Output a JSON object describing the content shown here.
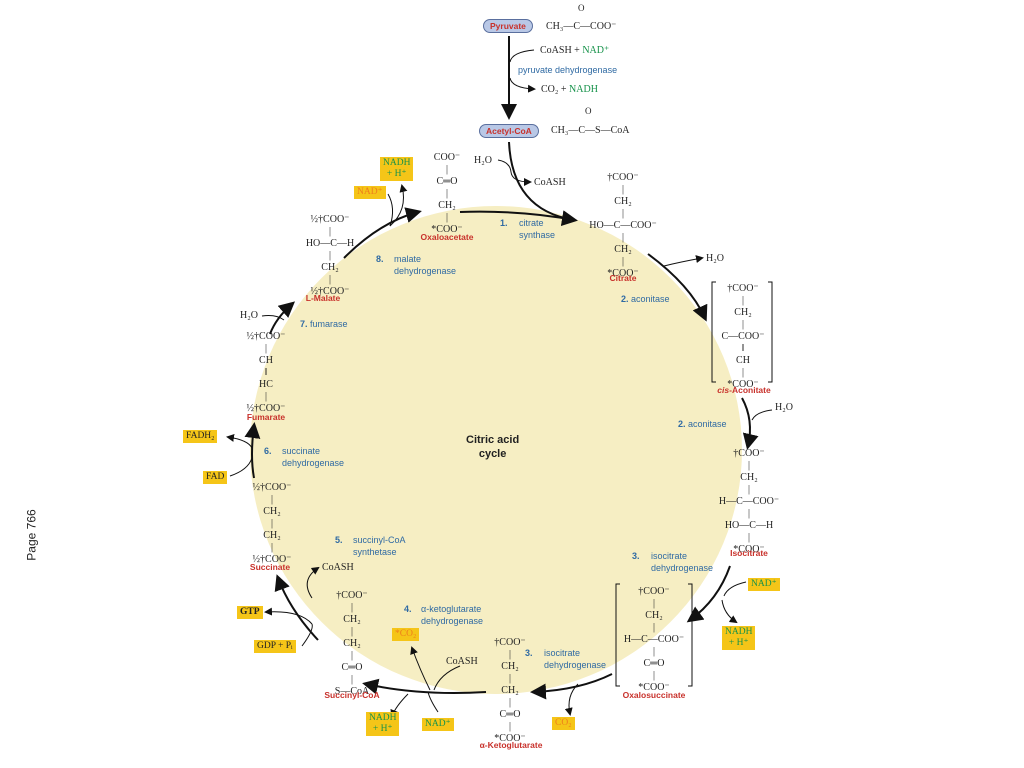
{
  "page": {
    "label": "Page 766"
  },
  "title": "Citric acid\ncycle",
  "top": {
    "pyruvate": {
      "name": "Pyruvate",
      "formula": "CH₃—C—COO⁻",
      "carbonyl": "O"
    },
    "pdh_inputs": "CoASH + ",
    "pdh_nad": "NAD⁺",
    "pdh_enzyme": "pyruvate dehydrogenase",
    "pdh_outputs": "CO₂ + ",
    "pdh_nadh": "NADH",
    "acetyl": {
      "name": "Acetyl-CoA",
      "formula": "CH₃—C—S—CoA",
      "carbonyl": "O"
    },
    "water_in": "H₂O",
    "coash_out": "CoASH"
  },
  "steps": [
    {
      "num": "1.",
      "enzyme": "citrate\nsynthase"
    },
    {
      "num": "2.",
      "enzyme": "aconitase"
    },
    {
      "num": "2.",
      "enzyme": "aconitase"
    },
    {
      "num": "3.",
      "enzyme": "isocitrate\ndehydrogenase"
    },
    {
      "num": "3.",
      "enzyme": "isocitrate\ndehydrogenase"
    },
    {
      "num": "4.",
      "enzyme": "α-ketoglutarate\ndehydrogenase"
    },
    {
      "num": "5.",
      "enzyme": "succinyl-CoA\nsynthetase"
    },
    {
      "num": "6.",
      "enzyme": "succinate\ndehydrogenase"
    },
    {
      "num": "7.",
      "enzyme": "fumarase"
    },
    {
      "num": "8.",
      "enzyme": "malate\ndehydrogenase"
    }
  ],
  "compounds": {
    "citrate": {
      "name": "Citrate",
      "structure": "†COO⁻\n|\nCH₂\n|\nHO—C—COO⁻\n|\nCH₂\n|\n*COO⁻"
    },
    "cis_aconitate": {
      "name_prefix": "cis",
      "name": "-Aconitate",
      "structure": "†COO⁻\n|\nCH₂\n|\nC—COO⁻\n‖\nCH\n|\n*COO⁻"
    },
    "isocitrate": {
      "name": "Isocitrate",
      "structure": "†COO⁻\n|\nCH₂\n|\nH—C—COO⁻\n|\nHO—C—H\n|\n*COO⁻"
    },
    "oxalosuccinate": {
      "name": "Oxalosuccinate",
      "structure": "†COO⁻\n|\nCH₂\n|\nH—C—COO⁻\n|\nC═O\n|\n*COO⁻"
    },
    "akg": {
      "name": "α-Ketoglutarate",
      "structure": "†COO⁻\n|\nCH₂\n|\nCH₂\n|\nC═O\n|\n*COO⁻"
    },
    "succinyl_coa": {
      "name": "Succinyl-CoA",
      "structure": "†COO⁻\n|\nCH₂\n|\nCH₂\n|\nC═O\n|\nS—CoA"
    },
    "succinate": {
      "name": "Succinate",
      "structure": "½†COO⁻\n|\nCH₂\n|\nCH₂\n|\n½†COO⁻"
    },
    "fumarate": {
      "name": "Fumarate",
      "structure": "½†COO⁻\n|\nCH\n‖\nHC\n|\n½†COO⁻"
    },
    "malate": {
      "name": "L-Malate",
      "structure": "½†COO⁻\n|\nHO—C—H\n|\nCH₂\n|\n½†COO⁻"
    },
    "oxaloacetate": {
      "name": "Oxaloacetate",
      "structure": "COO⁻\n|\nC═O\n|\nCH₂\n|\n*COO⁻"
    }
  },
  "cofactors": {
    "h2o_1": "H₂O",
    "h2o_2": "H₂O",
    "nad_3": "NAD⁺",
    "nadh_3": "NADH\n+ H⁺",
    "co2_3": "CO₂",
    "co2_4": "*CO₂",
    "coash_4": "CoASH",
    "nad_4": "NAD⁺",
    "nadh_4": "NADH\n+ H⁺",
    "coash_5": "CoASH",
    "gtp": "GTP",
    "gdp": "GDP + Pᵢ",
    "fadh2": "FADH₂",
    "fad": "FAD",
    "h2o_7": "H₂O",
    "nad_8": "NAD⁺",
    "nadh_8": "NADH\n+ H⁺"
  },
  "colors": {
    "circle": "#f6eec3",
    "accent_green": "#16924a",
    "name_red": "#c8312b",
    "enzyme_blue": "#2f6aa3",
    "box_yellow": "#f5c518"
  }
}
